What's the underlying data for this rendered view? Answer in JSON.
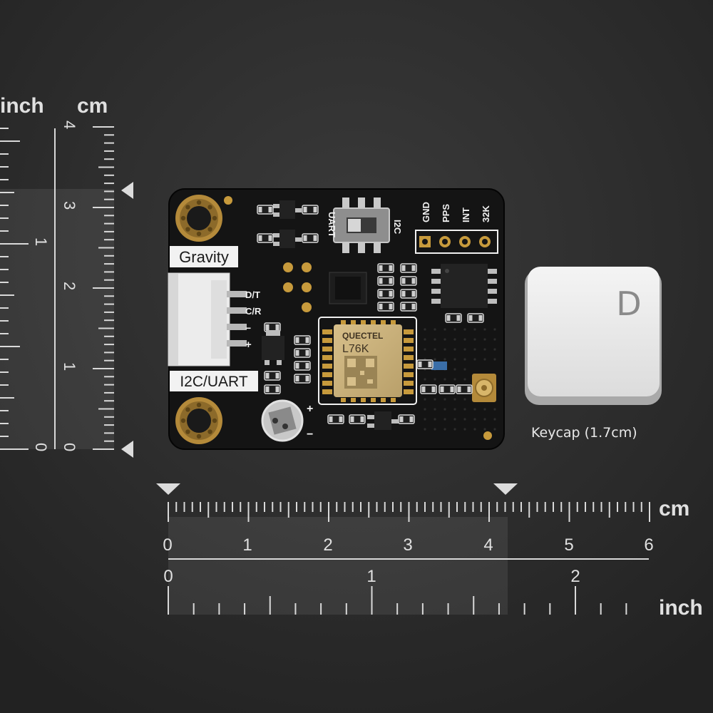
{
  "vertical_ruler": {
    "inch_unit": "inch",
    "cm_unit": "cm",
    "cm_labels": [
      "0",
      "1",
      "2",
      "3",
      "4"
    ],
    "inch_labels": [
      "0",
      "1"
    ]
  },
  "horizontal_ruler": {
    "cm_unit": "cm",
    "inch_unit": "inch",
    "cm_labels": [
      "0",
      "1",
      "2",
      "3",
      "4",
      "5",
      "6"
    ],
    "inch_labels": [
      "0",
      "1",
      "2"
    ]
  },
  "board": {
    "gravity_label": "Gravity",
    "interface_label": "I2C/UART",
    "pin_labels": [
      "D/T",
      "C/R",
      "−",
      "+"
    ],
    "switch_left": "UART",
    "switch_right": "I2C",
    "header_labels": [
      "GND",
      "PPS",
      "INT",
      "32K"
    ],
    "module_brand": "QUECTEL",
    "module_model": "L76K",
    "battery_plus": "+",
    "battery_minus": "−"
  },
  "keycap": {
    "letter": "D",
    "caption": "Keycap (1.7cm)"
  },
  "colors": {
    "background": "#2c2c2c",
    "pcb": "#141414",
    "silkscreen": "#ffffff",
    "gold": "#c79a3c"
  }
}
